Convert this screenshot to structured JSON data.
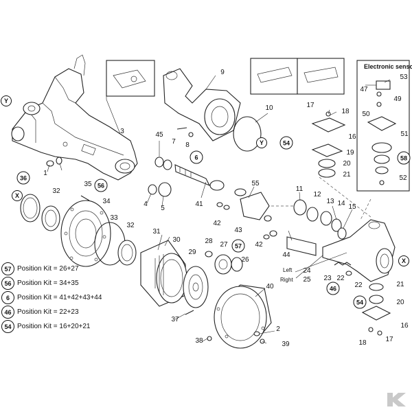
{
  "parts": [
    {
      "id": "p1",
      "label": "1"
    },
    {
      "id": "p2",
      "label": "2"
    },
    {
      "id": "p3",
      "label": "3"
    },
    {
      "id": "p4",
      "label": "4"
    },
    {
      "id": "p5",
      "label": "5"
    },
    {
      "id": "p6",
      "label": "6"
    },
    {
      "id": "p7",
      "label": "7"
    },
    {
      "id": "p8",
      "label": "8"
    },
    {
      "id": "p9",
      "label": "9"
    },
    {
      "id": "p10",
      "label": "10"
    },
    {
      "id": "p11",
      "label": "11"
    },
    {
      "id": "p12",
      "label": "12"
    },
    {
      "id": "p13",
      "label": "13"
    },
    {
      "id": "p14",
      "label": "14"
    },
    {
      "id": "p15",
      "label": "15"
    },
    {
      "id": "p16a",
      "label": "16"
    },
    {
      "id": "p16b",
      "label": "16"
    },
    {
      "id": "p17a",
      "label": "17"
    },
    {
      "id": "p17b",
      "label": "17"
    },
    {
      "id": "p18a",
      "label": "18"
    },
    {
      "id": "p18b",
      "label": "18"
    },
    {
      "id": "p19",
      "label": "19"
    },
    {
      "id": "p20a",
      "label": "20"
    },
    {
      "id": "p20b",
      "label": "20"
    },
    {
      "id": "p21a",
      "label": "21"
    },
    {
      "id": "p21b",
      "label": "21"
    },
    {
      "id": "p22a",
      "label": "22"
    },
    {
      "id": "p22b",
      "label": "22"
    },
    {
      "id": "p23",
      "label": "23"
    },
    {
      "id": "p24",
      "label": "24"
    },
    {
      "id": "p25",
      "label": "25"
    },
    {
      "id": "p26",
      "label": "26"
    },
    {
      "id": "p27",
      "label": "27"
    },
    {
      "id": "p28",
      "label": "28"
    },
    {
      "id": "p29",
      "label": "29"
    },
    {
      "id": "p30",
      "label": "30"
    },
    {
      "id": "p31",
      "label": "31"
    },
    {
      "id": "p32a",
      "label": "32"
    },
    {
      "id": "p32b",
      "label": "32"
    },
    {
      "id": "p33",
      "label": "33"
    },
    {
      "id": "p34",
      "label": "34"
    },
    {
      "id": "p35",
      "label": "35"
    },
    {
      "id": "p37",
      "label": "37"
    },
    {
      "id": "p38",
      "label": "38"
    },
    {
      "id": "p39",
      "label": "39"
    },
    {
      "id": "p40",
      "label": "40"
    },
    {
      "id": "p41",
      "label": "41"
    },
    {
      "id": "p42a",
      "label": "42"
    },
    {
      "id": "p42b",
      "label": "42"
    },
    {
      "id": "p43",
      "label": "43"
    },
    {
      "id": "p44",
      "label": "44"
    },
    {
      "id": "p45",
      "label": "45"
    },
    {
      "id": "p47",
      "label": "47"
    },
    {
      "id": "p49",
      "label": "49"
    },
    {
      "id": "p50",
      "label": "50"
    },
    {
      "id": "p51",
      "label": "51"
    },
    {
      "id": "p52",
      "label": "52"
    },
    {
      "id": "p53",
      "label": "53"
    },
    {
      "id": "p55",
      "label": "55"
    }
  ],
  "kits": [
    {
      "id": "k36",
      "label": "36"
    },
    {
      "id": "k56a",
      "label": "56"
    },
    {
      "id": "k57a",
      "label": "57"
    },
    {
      "id": "k6",
      "label": "6"
    },
    {
      "id": "k54a",
      "label": "54"
    },
    {
      "id": "k54b",
      "label": "54"
    },
    {
      "id": "k46",
      "label": "46"
    },
    {
      "id": "k58",
      "label": "58"
    }
  ],
  "markers": [
    {
      "id": "y1",
      "label": "Y"
    },
    {
      "id": "y2",
      "label": "Y"
    },
    {
      "id": "x1",
      "label": "X"
    },
    {
      "id": "x2",
      "label": "X"
    }
  ],
  "side_labels": {
    "left": "Left",
    "right": "Right"
  },
  "electronic_sensor_title": "Electronic sensor",
  "legend": [
    {
      "kit": "57",
      "text": "Position Kit = 26+27"
    },
    {
      "kit": "56",
      "text": "Position Kit = 34+35"
    },
    {
      "kit": "6",
      "text": "Position Kit = 41+42+43+44"
    },
    {
      "kit": "46",
      "text": "Position Kit = 22+23"
    },
    {
      "kit": "54",
      "text": "Position Kit = 16+20+21"
    }
  ],
  "colors": {
    "line": "#222222",
    "background": "#ffffff",
    "brand": "#c9c9c9"
  },
  "brand_icon": "kramp-k-logo-icon"
}
